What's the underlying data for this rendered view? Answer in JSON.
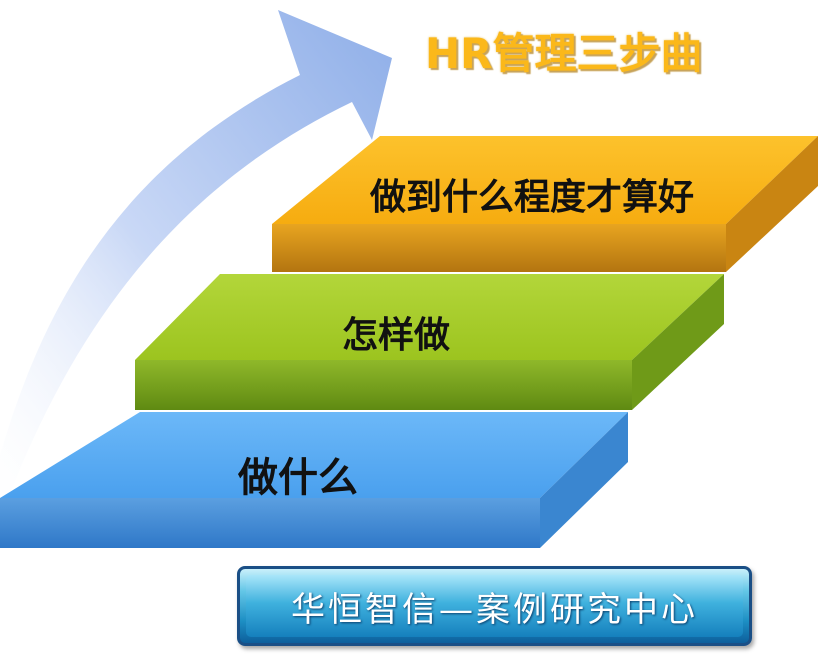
{
  "title": "HR管理三步曲",
  "steps": [
    {
      "label": "做什么"
    },
    {
      "label": "怎样做"
    },
    {
      "label": "做到什么程度才算好"
    }
  ],
  "banner": {
    "text": "华恒智信—案例研究中心"
  },
  "colors": {
    "title": "#fbb81a",
    "step_bottom": "#5aaaf0",
    "step_middle": "#a8cc2c",
    "step_top": "#fbb81a",
    "arrow": "#9db8ec"
  },
  "icons": [
    "upward-curved-arrow-icon"
  ]
}
